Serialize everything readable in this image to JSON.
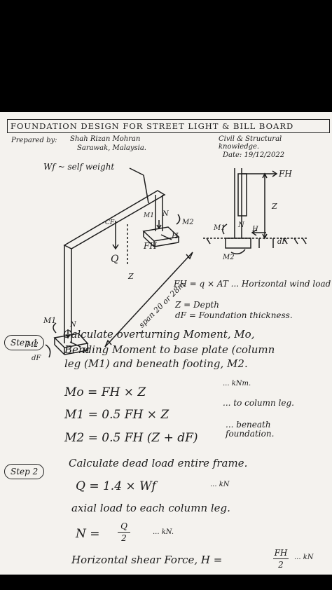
{
  "header": {
    "title": "FOUNDATION DESIGN FOR STREET LIGHT & BILL BOARD",
    "prepared_by_label": "Prepared by:",
    "author": "Shah Rizan Mohran",
    "location": "Sarawak, Malaysia.",
    "subject": "Civil & Structural knowledge.",
    "date": "Date: 19/12/2022"
  },
  "diagram": {
    "self_weight": "Wf ~ self weight",
    "span": "span 20 or 28m",
    "labels": {
      "N": "N",
      "M1": "M1",
      "M2": "M2",
      "H": "H",
      "Q": "Q",
      "FH": "FH",
      "Z": "Z",
      "CF": "CF",
      "dF": "dF"
    }
  },
  "legend": {
    "fh_line": "FH = q × AT ... Horizontal wind load",
    "z_line": "Z = Depth",
    "df_line": "dF = Foundation thickness."
  },
  "step1": {
    "badge": "Step 1",
    "text1": "Calculate overturning Moment, Mo,",
    "text2": "Bending Moment to base plate (column",
    "text3": "leg (M1) and beneath footing, M2.",
    "eq_mo": "Mo = FH × Z",
    "eq_mo_unit": "... kNm.",
    "eq_m1": "M1 = 0.5 FH × Z",
    "eq_m1_note": "... to column leg.",
    "eq_m2": "M2 = 0.5 FH (Z + dF)",
    "eq_m2_note": "... beneath foundation."
  },
  "step2": {
    "badge": "Step 2",
    "text1": "Calculate dead load entire frame.",
    "eq_q": "Q = 1.4 × Wf",
    "eq_q_unit": "... kN",
    "text2": "axial load to each column leg.",
    "eq_n_left": "N =",
    "eq_n_num": "Q",
    "eq_n_den": "2",
    "eq_n_unit": "... kN.",
    "text3": "Horizontal shear Force, H =",
    "eq_h_num": "FH",
    "eq_h_den": "2",
    "eq_h_unit": "... kN"
  }
}
